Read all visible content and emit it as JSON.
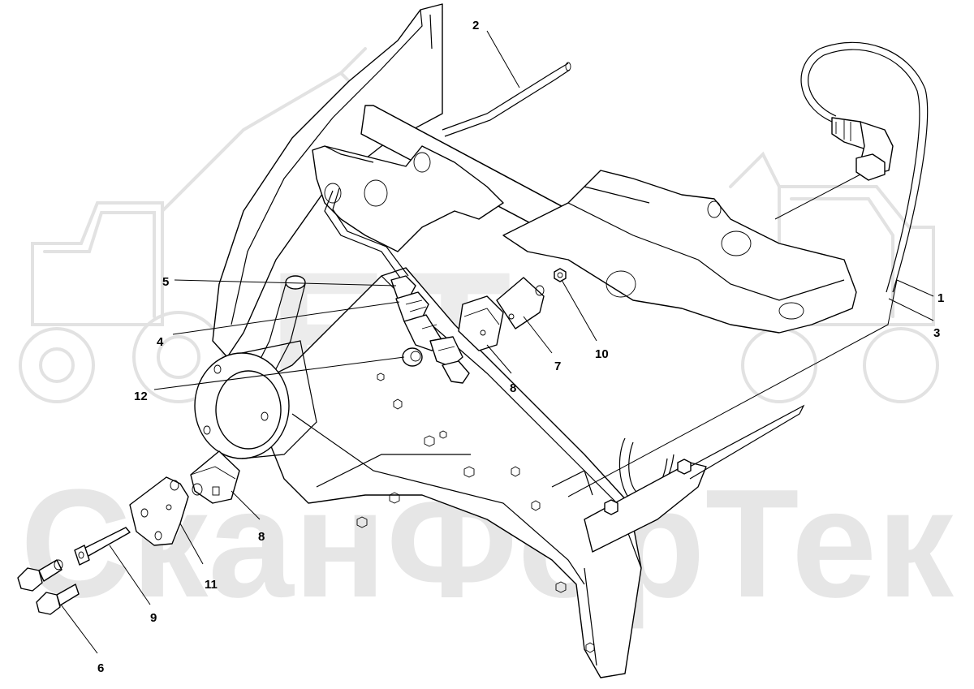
{
  "watermark": {
    "brand": "СканФорТек",
    "logo": "БТ"
  },
  "callouts": [
    {
      "id": "1",
      "label": "1"
    },
    {
      "id": "2",
      "label": "2"
    },
    {
      "id": "3",
      "label": "3"
    },
    {
      "id": "4",
      "label": "4"
    },
    {
      "id": "5",
      "label": "5"
    },
    {
      "id": "6",
      "label": "6"
    },
    {
      "id": "7",
      "label": "7"
    },
    {
      "id": "8a",
      "label": "8"
    },
    {
      "id": "8b",
      "label": "8"
    },
    {
      "id": "9",
      "label": "9"
    },
    {
      "id": "10",
      "label": "10"
    },
    {
      "id": "11",
      "label": "11"
    },
    {
      "id": "12",
      "label": "12"
    }
  ]
}
